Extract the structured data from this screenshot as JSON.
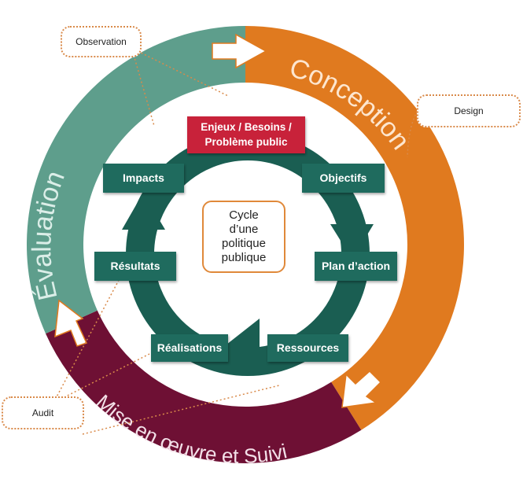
{
  "colors": {
    "evaluation": "#5e9e8c",
    "conception": "#e07a1f",
    "mise_en_oeuvre": "#6e1034",
    "inner_cycle": "#1a5e52",
    "box": "#1f6b5e",
    "problem_box": "#c8223a"
  },
  "outer_ring": {
    "conception": "Conception",
    "evaluation": "Évaluation",
    "mise_en_oeuvre": "Mise en œuvre et Suivi"
  },
  "inner_cycle": {
    "problem": "Enjeux / Besoins / Problème public",
    "problem_line1": "Enjeux / Besoins /",
    "problem_line2": "Problème public",
    "steps": [
      "Objectifs",
      "Plan d’action",
      "Ressources",
      "Réalisations",
      "Résultats",
      "Impacts"
    ]
  },
  "center": {
    "line1": "Cycle",
    "line2": "d’une",
    "line3": "politique",
    "line4": "publique"
  },
  "callouts": {
    "observation": "Observation",
    "design": "Design",
    "audit": "Audit"
  }
}
